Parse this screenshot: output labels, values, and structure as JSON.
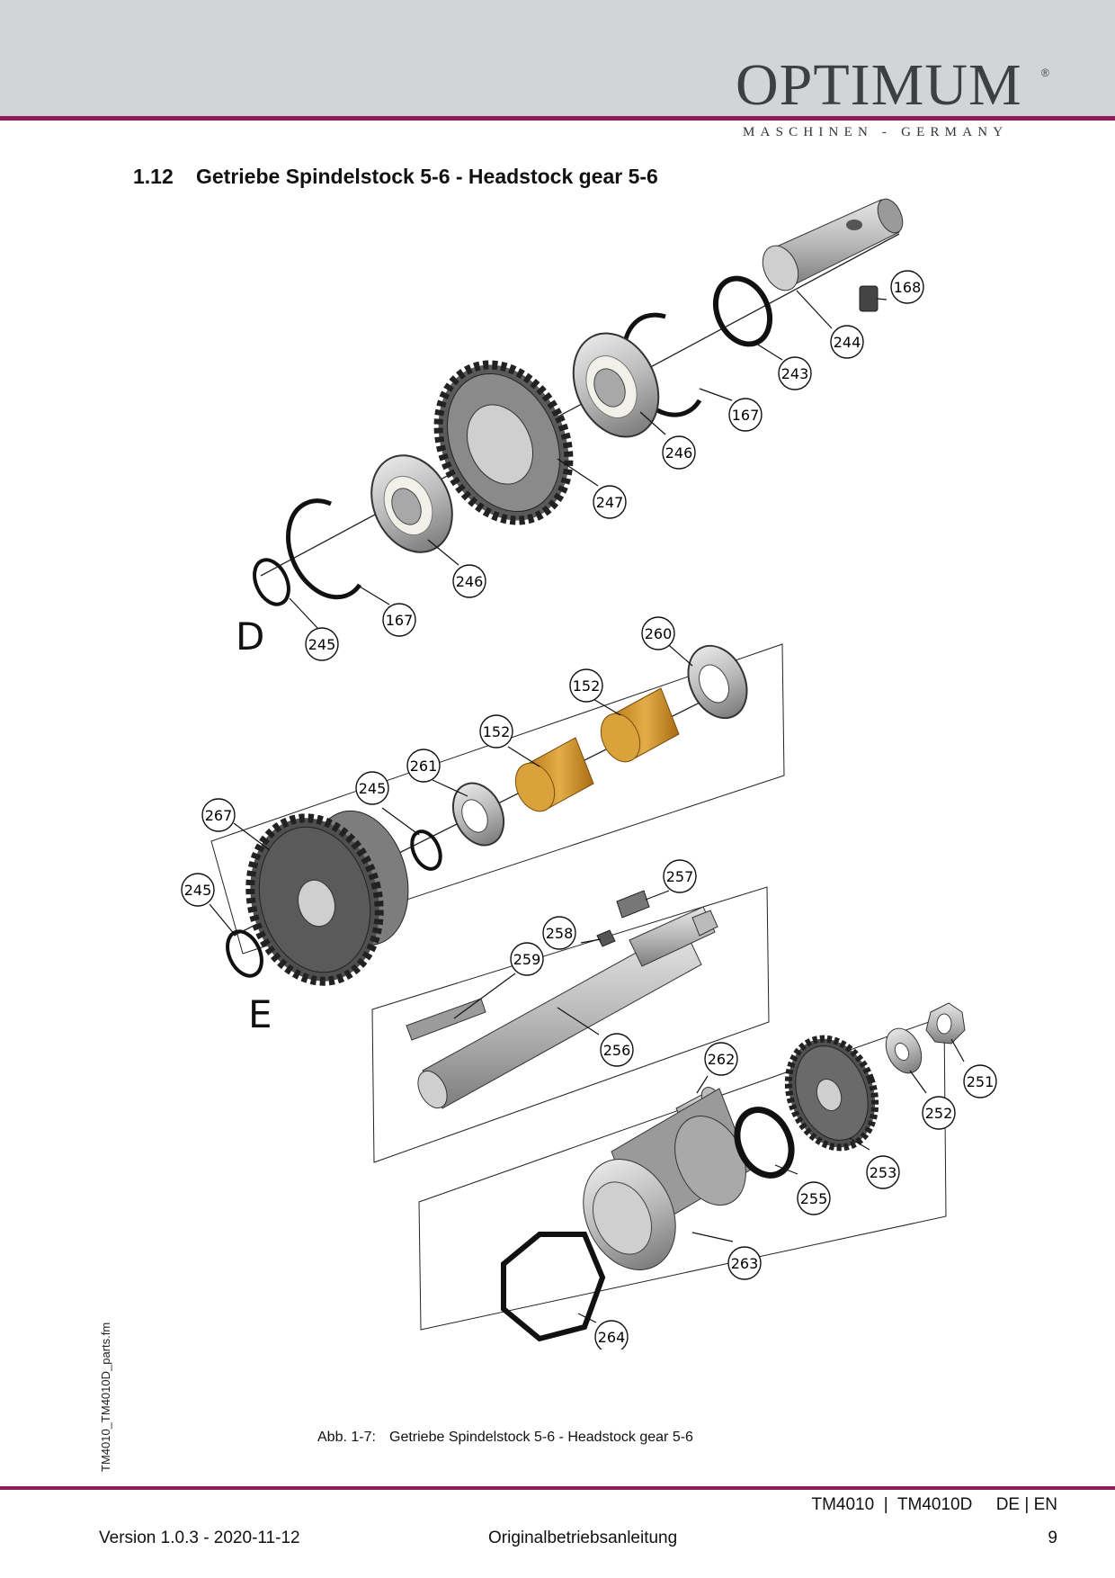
{
  "header": {
    "logo": "OPTIMUM",
    "logo_mark": "®",
    "tagline": "MASCHINEN - GERMANY"
  },
  "section": {
    "number": "1.12",
    "title": "Getriebe Spindelstock 5-6 - Headstock gear 5-6"
  },
  "figure": {
    "group_labels": [
      "D",
      "E"
    ],
    "callouts": [
      "168",
      "244",
      "243",
      "167",
      "246",
      "247",
      "246",
      "167",
      "245",
      "260",
      "152",
      "152",
      "261",
      "245",
      "267",
      "245",
      "257",
      "258",
      "259",
      "256",
      "262",
      "251",
      "252",
      "253",
      "255",
      "263",
      "264"
    ],
    "caption_label": "Abb. 1-7:",
    "caption_text": "Getriebe Spindelstock 5-6 - Headstock gear 5-6"
  },
  "side_file": "TM4010_TM4010D_parts.fm",
  "footer": {
    "models": "TM4010  |  TM4010D     DE | EN",
    "version": "Version 1.0.3 - 2020-11-12",
    "document": "Originalbetriebsanleitung",
    "page": "9"
  },
  "colors": {
    "accent": "#8c1d5a",
    "header_band": "#d3d4d6",
    "bronze": "#d9a23a"
  }
}
